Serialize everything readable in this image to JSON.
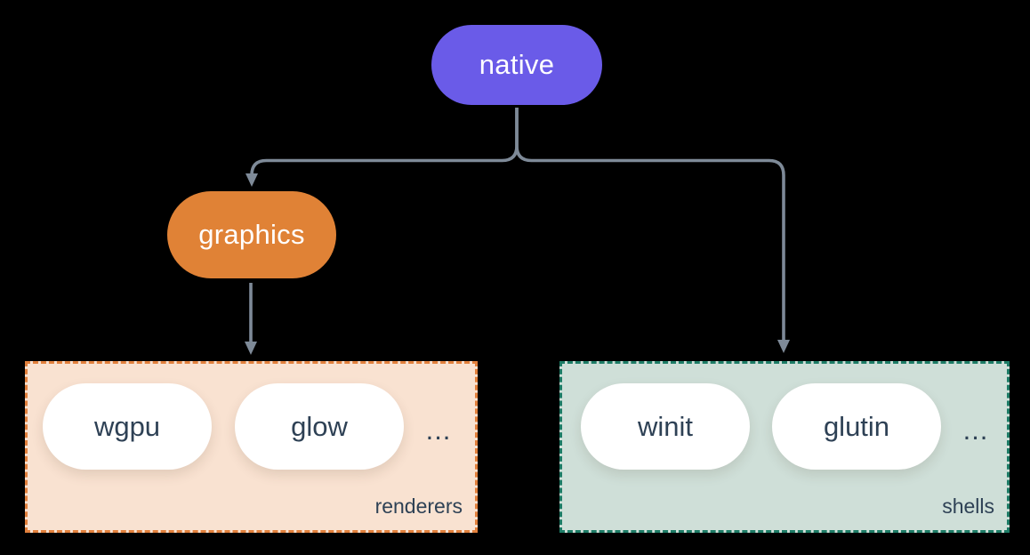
{
  "diagram": {
    "type": "tree",
    "background_color": "#000000",
    "connector_color": "#7e8a98",
    "pill_text_color": "#2e4155",
    "nodes": {
      "native": {
        "label": "native",
        "fill": "#6a5be8",
        "text_color": "#ffffff"
      },
      "graphics": {
        "label": "graphics",
        "fill": "#e08236",
        "text_color": "#ffffff"
      }
    },
    "groups": {
      "renderers": {
        "label": "renderers",
        "fill": "#f9e2d1",
        "border_color": "#e2803c",
        "items": [
          "wgpu",
          "glow"
        ],
        "ellipsis": "..."
      },
      "shells": {
        "label": "shells",
        "fill": "#cfdfd8",
        "border_color": "#1d7c66",
        "items": [
          "winit",
          "glutin"
        ],
        "ellipsis": "..."
      }
    },
    "edges": [
      {
        "from": "native",
        "to": "graphics"
      },
      {
        "from": "native",
        "to": "shells"
      },
      {
        "from": "graphics",
        "to": "renderers"
      }
    ]
  }
}
